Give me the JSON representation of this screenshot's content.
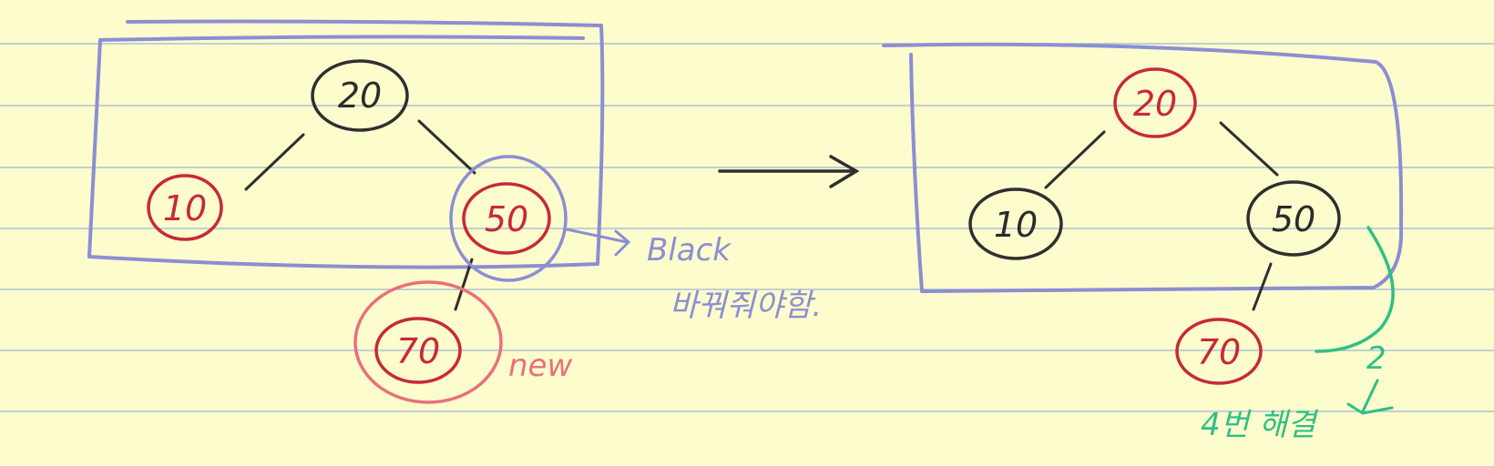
{
  "colors": {
    "paper": "#fdfccd",
    "rule_line": "#9db7d6",
    "black_pen": "#2f2f2f",
    "red_pen": "#c8283a",
    "pink_pen": "#e8707c",
    "blue_pen": "#8c8ed4",
    "green_pen": "#2fbf86"
  },
  "before": {
    "nodes": [
      {
        "label": "20",
        "color": "black"
      },
      {
        "label": "10",
        "color": "red"
      },
      {
        "label": "50",
        "color": "red"
      },
      {
        "label": "70",
        "color": "red"
      }
    ],
    "new_label": "new",
    "annotation": {
      "line1": "Black",
      "line2": "바꿔줘야함."
    }
  },
  "after": {
    "nodes": [
      {
        "label": "20",
        "color": "red"
      },
      {
        "label": "10",
        "color": "black"
      },
      {
        "label": "50",
        "color": "black"
      },
      {
        "label": "70",
        "color": "red"
      }
    ],
    "step_mark": "2",
    "annotation": "4번 해결"
  }
}
